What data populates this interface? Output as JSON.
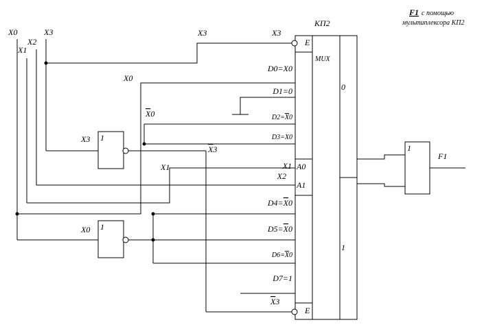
{
  "title": {
    "bold": "F1",
    "line1_rest": " с помощью",
    "line2": "мультиплексора КП2"
  },
  "inputs": [
    "X0",
    "X1",
    "X2",
    "X3"
  ],
  "mux": {
    "name": "КП2",
    "type": "MUX",
    "enable": "E",
    "addr0": "A0",
    "addr1": "A1",
    "group0": "0",
    "group1": "1"
  },
  "pins": {
    "e_top": "X3",
    "d0": {
      "a": "D0=",
      "b": "X0",
      "c": ""
    },
    "d1": "D1=0",
    "d2": {
      "a": "D2=",
      "b": "X",
      "c": "0"
    },
    "d3": {
      "a": "D3=",
      "b": "X0",
      "c": ""
    },
    "a0": "X1",
    "a1": "X2",
    "d4": {
      "a": "D4=",
      "b": "X",
      "c": "0"
    },
    "d5": {
      "a": "D5=",
      "b": "X",
      "c": "0"
    },
    "d6": {
      "a": "D6=",
      "b": "X",
      "c": "0"
    },
    "d7": "D7=1",
    "e_bot": {
      "b": "X",
      "c": "3"
    }
  },
  "net_labels": {
    "x3_top": "X3",
    "x0": "X0",
    "nx0": {
      "b": "X",
      "c": "0"
    },
    "nx3": {
      "b": "X",
      "c": "3"
    },
    "x1": "X1"
  },
  "inverters": [
    {
      "input": "X3",
      "sym": "1"
    },
    {
      "input": "X0",
      "sym": "1"
    }
  ],
  "or_gate": {
    "sym": "1",
    "output": "F1"
  }
}
